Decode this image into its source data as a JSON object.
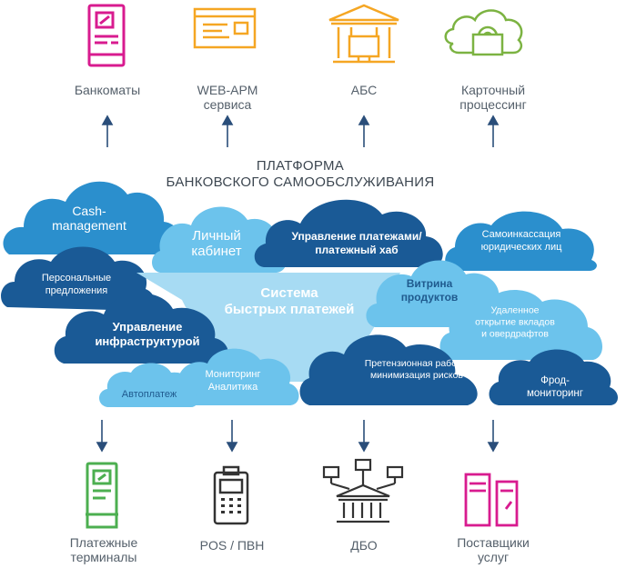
{
  "platform_title": "ПЛАТФОРМА\nБАНКОВСКОГО САМООБСЛУЖИВАНИЯ",
  "top_items": [
    {
      "label": "Банкоматы",
      "icon": "atm-icon",
      "color": "#d81b8f"
    },
    {
      "label": "WEB-АРМ\nсервиса",
      "icon": "web-browser-icon",
      "color": "#f5a623"
    },
    {
      "label": "АБС",
      "icon": "bank-building-icon",
      "color": "#f5a623"
    },
    {
      "label": "Карточный\nпроцессинг",
      "icon": "cloud-gear-icon",
      "color": "#7cb342"
    }
  ],
  "bottom_items": [
    {
      "label": "Платежные\nтерминалы",
      "icon": "payment-terminal-icon",
      "color": "#4caf50"
    },
    {
      "label": "POS / ПВН",
      "icon": "pos-terminal-icon",
      "color": "#333333"
    },
    {
      "label": "ДБО",
      "icon": "network-bank-icon",
      "color": "#333333"
    },
    {
      "label": "Поставщики\nуслуг",
      "icon": "service-providers-icon",
      "color": "#d81b8f"
    }
  ],
  "clouds": {
    "cash_management": "Cash-\nmanagement",
    "personal_cabinet": "Личный\nкабинет",
    "payment_hub": "Управление платежами/\nплатежный хаб",
    "self_collection": "Самоинкассация\nюридических лиц",
    "personal_offers": "Персональные\nпредложения",
    "fast_payments": "Система\nбыстрых платежей",
    "product_showcase": "Витрина\nпродуктов",
    "remote_deposits": "Удаленное\nоткрытие вкладов\nи овердрафтов",
    "infrastructure": "Управление\nинфраструктурой",
    "claims": "Претензионная работа,\nминимизация рисков",
    "fraud": "Фрод-мониторинг",
    "monitoring": "Мониторинг\nАналитика",
    "autopay": "Автоплатеж"
  },
  "colors": {
    "dark_blue": "#1a5a96",
    "mid_blue": "#2b8fcd",
    "light_blue": "#6cc3ec",
    "pale_blue": "#a7dbf3",
    "arrow": "#2a4e7a"
  }
}
